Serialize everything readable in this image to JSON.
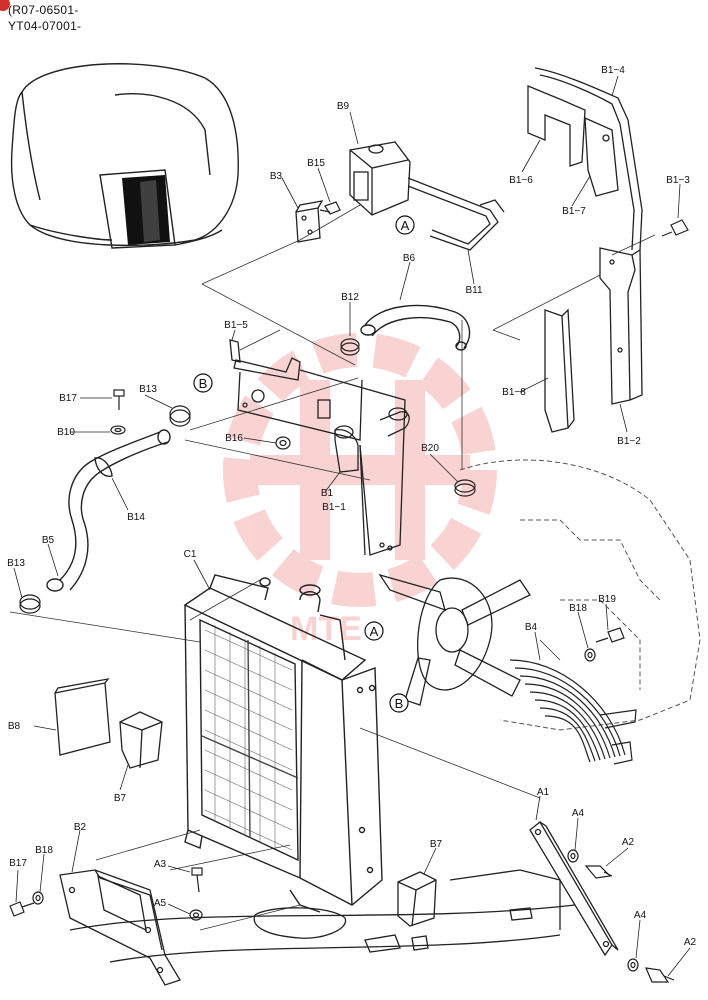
{
  "serials": [
    "(R07-06501-",
    "YT04-07001-"
  ],
  "callouts": {
    "a": "A",
    "b": "B"
  },
  "parts": {
    "A1": "A1",
    "A2": "A2",
    "A3": "A3",
    "A4": "A4",
    "A5": "A5",
    "B1": "B1",
    "B1_1": "B1−1",
    "B1_2": "B1−2",
    "B1_3": "B1−3",
    "B1_4": "B1−4",
    "B1_5": "B1−5",
    "B1_6": "B1−6",
    "B1_7": "B1−7",
    "B1_8": "B1−8",
    "B2": "B2",
    "B3": "B3",
    "B4": "B4",
    "B5": "B5",
    "B6": "B6",
    "B7": "B7",
    "B8": "B8",
    "B9": "B9",
    "B10": "B10",
    "B11": "B11",
    "B12": "B12",
    "B13": "B13",
    "B14": "B14",
    "B15": "B15",
    "B16": "B16",
    "B17": "B17",
    "B18": "B18",
    "B19": "B19",
    "B20": "B20",
    "C1": "C1"
  },
  "watermark_color": "#e53935",
  "corner_mark_color": "#d32f2f"
}
